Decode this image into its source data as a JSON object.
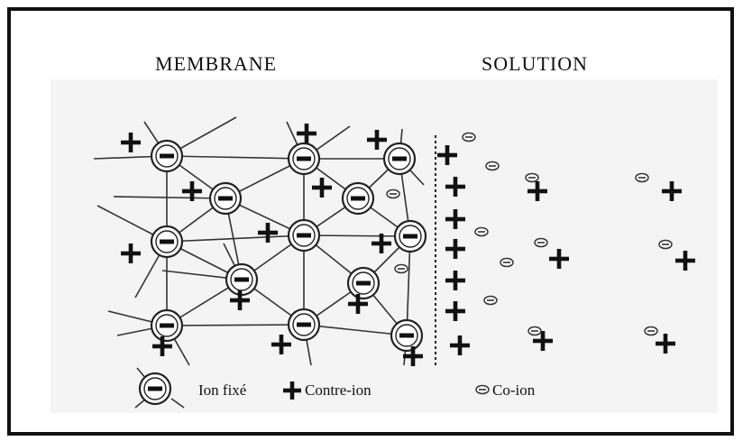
{
  "labels": {
    "membrane": "MEMBRANE",
    "solution": "SOLUTION"
  },
  "legend": {
    "fixed_ion": "Ion fixé",
    "counter_ion": "Contre-ion",
    "co_ion": "Co-ion"
  },
  "colors": {
    "ink": "#111111",
    "background": "#f4f4f4",
    "frame": "#111111"
  },
  "symbols": {
    "fixed_ion": "minus-in-circle",
    "counter_ion": "plus",
    "co_ion": "small-minus-ellipse"
  }
}
